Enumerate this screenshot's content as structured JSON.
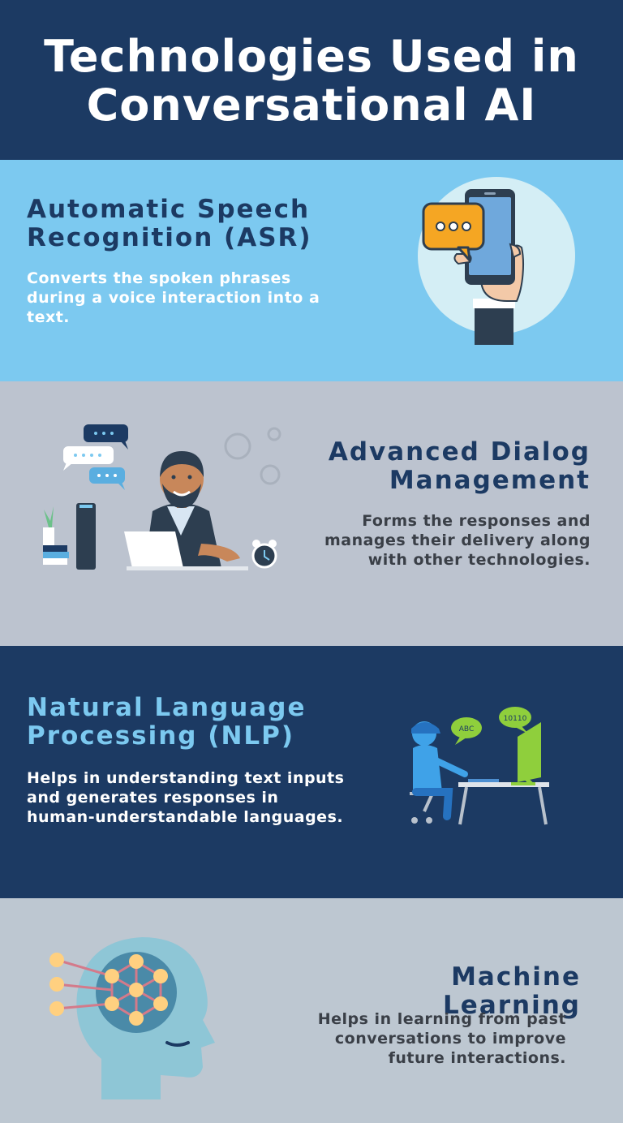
{
  "header": {
    "title": "Technologies Used in Conversational AI"
  },
  "sections": [
    {
      "title": "Automatic Speech Recognition (ASR)",
      "description": "Converts the spoken phrases during a voice interaction into a text."
    },
    {
      "title": "Advanced Dialog Management",
      "description": "Forms the responses and manages their delivery along with other technologies."
    },
    {
      "title": "Natural Language Processing (NLP)",
      "description": "Helps in understanding text inputs and generates responses in human-understandable languages.",
      "illustration_bubbles": [
        "ABC",
        "10110"
      ]
    },
    {
      "title": "Machine Learning",
      "description": "Helps in learning from past conversations to improve future interactions."
    }
  ],
  "colors": {
    "navy": "#1c3a63",
    "sky_blue": "#7cc9f0",
    "gray": "#bcc3cf",
    "light_blue_text": "#7cc9f0",
    "orange": "#f5a623"
  },
  "icons": [
    "phone-in-hand-icon",
    "chat-bubble-icon",
    "man-at-laptop-icon",
    "alarm-clock-icon",
    "person-at-computer-icon",
    "ai-brain-head-icon"
  ]
}
